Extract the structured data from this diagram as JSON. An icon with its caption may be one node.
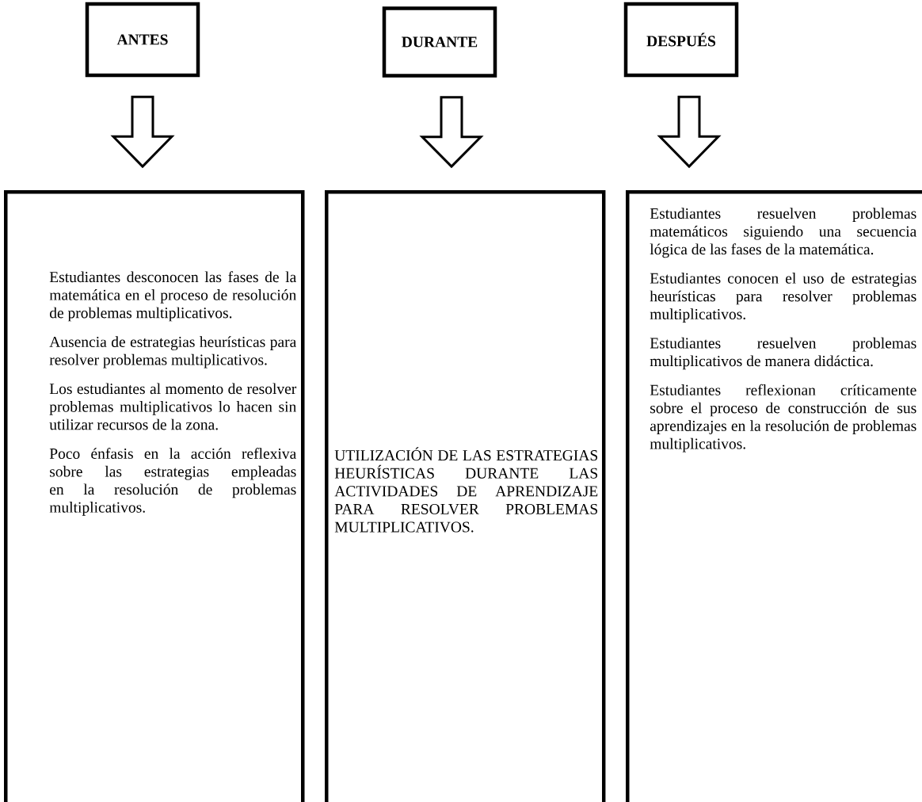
{
  "diagram": {
    "nodes": [
      {
        "text": [
          "ANTES"
        ]
      },
      {
        "text": [
          "DURANTE"
        ]
      },
      {
        "text": [
          "DESPUÉS"
        ]
      },
      {
        "text": [
          "Estudiantes desconocen las fases de la matemática en el proceso de resolución de problemas multiplicativos.",
          "Ausencia de estrategias heurísticas para resolver problemas multiplicativos.",
          "Los estudiantes al momento de resolver problemas multiplicativos lo hacen sin utilizar recursos de la zona.",
          "Poco énfasis en la acción reflexiva sobre las estrategias empleadas en la resolución de problemas multiplicativos."
        ]
      },
      {
        "text": [
          "UTILIZACIÓN DE LAS ESTRATEGIAS HEURÍSTICAS DURANTE LAS ACTIVIDADES DE APRENDIZAJE PARA RESOLVER PROBLEMAS MULTIPLICATIVOS."
        ]
      },
      {
        "text": [
          "Estudiantes resuelven problemas matemáticos siguiendo una secuencia lógica de las fases de la matemática.",
          "Estudiantes conocen el uso de estrategias heurísticas para resolver problemas multiplicativos.",
          "Estudiantes resuelven problemas multiplicativos de manera didáctica.",
          "Estudiantes reflexionan críticamente sobre el proceso de construcción de sus aprendizajes en la resolución de problemas multiplicativos."
        ]
      }
    ],
    "edges": [
      {
        "from": 0,
        "to": 3,
        "arrow": "to"
      },
      {
        "from": 1,
        "to": 4,
        "arrow": "to"
      },
      {
        "from": 2,
        "to": 5,
        "arrow": "to"
      }
    ]
  }
}
